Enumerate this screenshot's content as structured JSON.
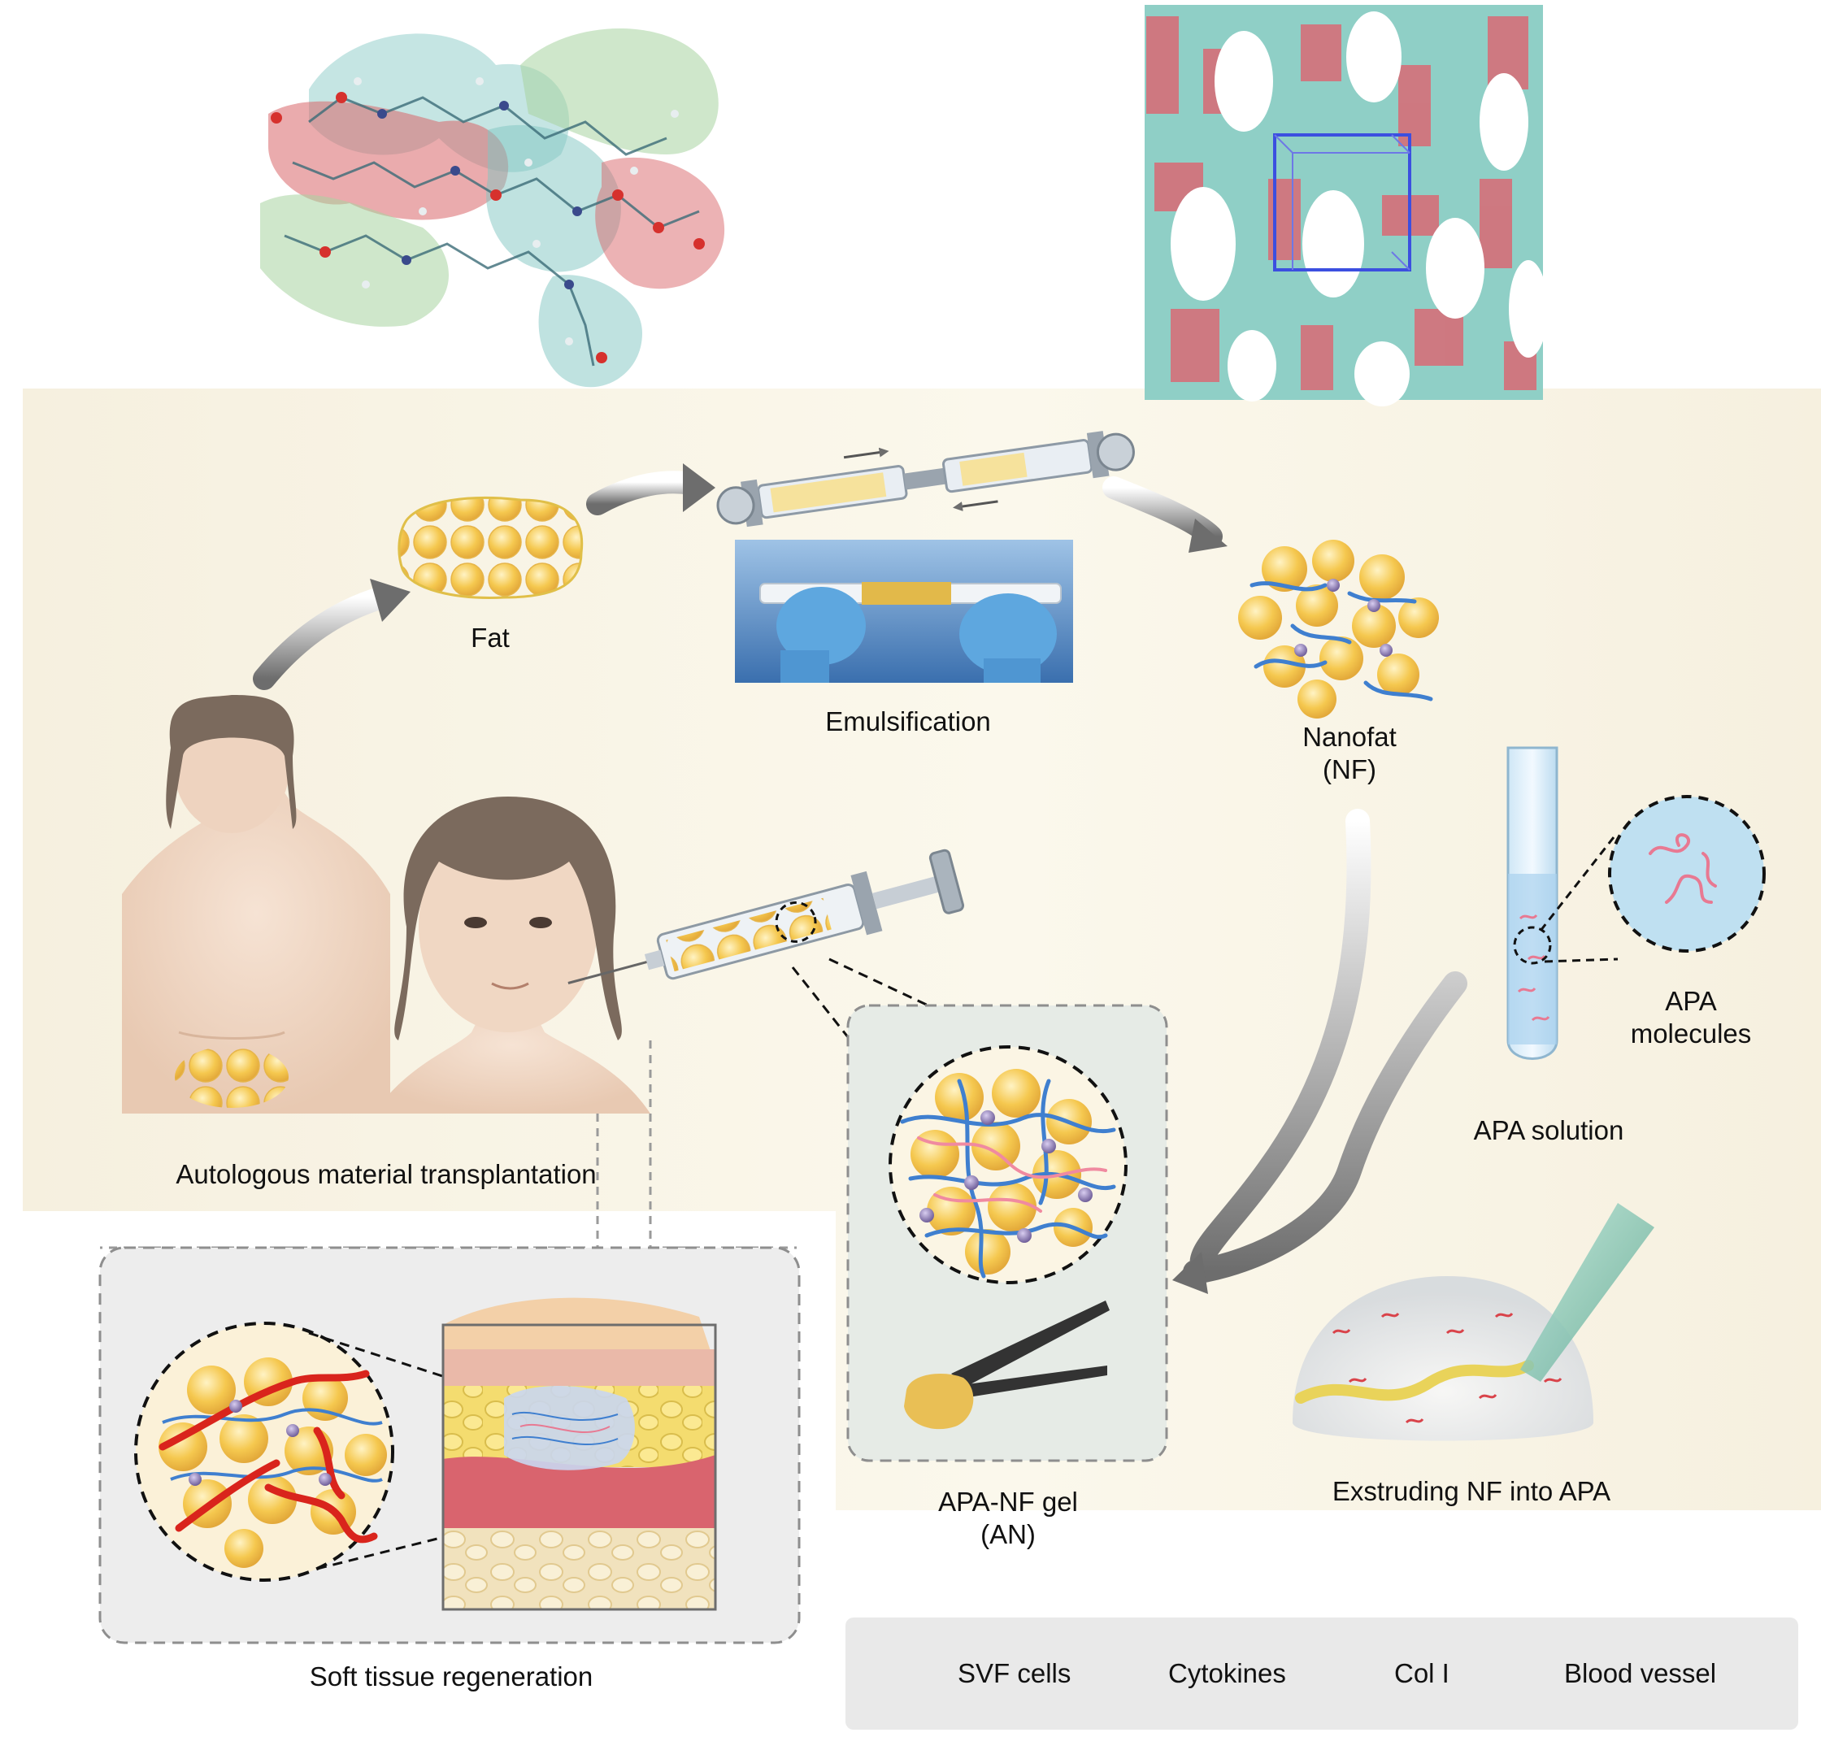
{
  "labels": {
    "fat": "Fat",
    "emulsification": "Emulsification",
    "nanofat_1": "Nanofat",
    "nanofat_2": "(NF)",
    "apa_molecules_1": "APA",
    "apa_molecules_2": "molecules",
    "apa_solution": "APA solution",
    "autologous": "Autologous material transplantation",
    "apa_nf_gel_1": "APA-NF gel",
    "apa_nf_gel_2": "(AN)",
    "extruding": "Exstruding NF into APA",
    "soft_tissue": "Soft tissue regeneration"
  },
  "legend": [
    {
      "icon": "svf-cell-icon",
      "label": "SVF cells"
    },
    {
      "icon": "cytokine-icon",
      "label": "Cytokines"
    },
    {
      "icon": "collagen-fiber-icon",
      "label": "Col I"
    },
    {
      "icon": "blood-vessel-icon",
      "label": "Blood vessel"
    }
  ],
  "colors": {
    "background_band": "#f7f1e2",
    "fat": "#f6dc6a",
    "cell": "#f3c24a",
    "cytokine": "#8a78b0",
    "collagen": "#3f7fcf",
    "blood_vessel": "#d9241c",
    "arrow": "#6d6d6d",
    "molecule_teal": "#7fc6c2",
    "molecule_red": "#d9666a",
    "molecule_green": "#a7d3a1"
  }
}
